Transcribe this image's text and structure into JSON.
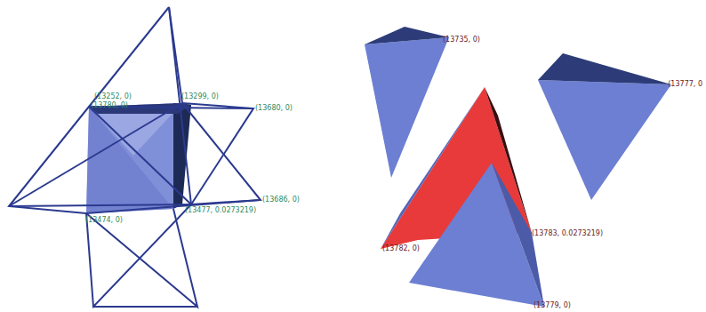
{
  "diagram": {
    "labels": [
      "(13252, 0)",
      "(13780, 0)",
      "(13299, 0)",
      "(13680, 0)",
      "(13686, 0)",
      "(13474, 0)",
      "(13477, 0.0273219)",
      "(13735, 0)",
      "(13777, 0",
      "(13782, 0)",
      "(13783, 0.0273219)",
      "(13779, 0)"
    ]
  }
}
